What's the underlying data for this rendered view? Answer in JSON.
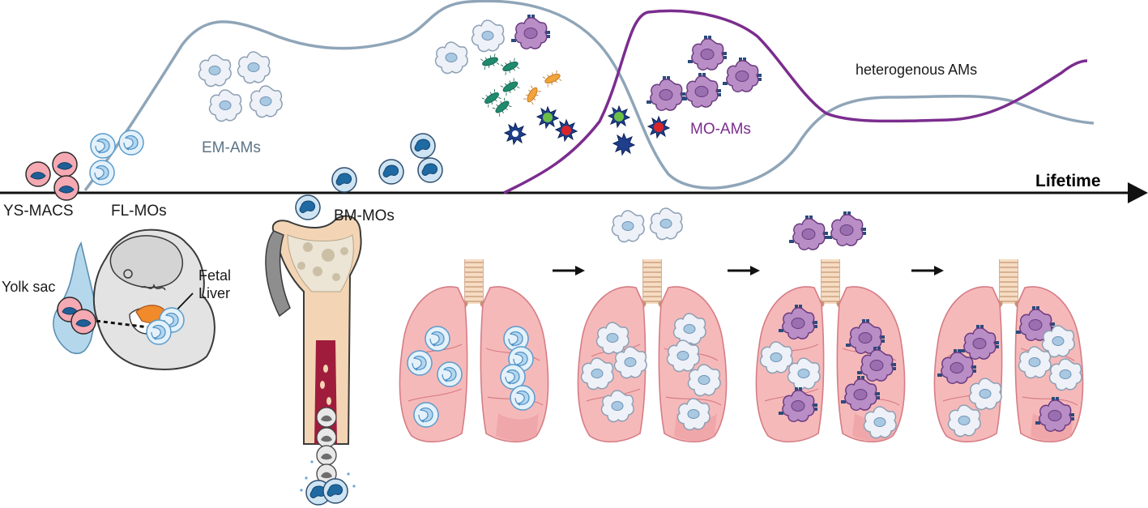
{
  "labels": {
    "lifetime": "Lifetime",
    "ys_macs": "YS-MACS",
    "fl_mos": "FL-MOs",
    "bm_mos": "BM-MOs",
    "em_ams": "EM-AMs",
    "mo_ams": "MO-AMs",
    "heterogenous_ams": "heterogenous AMs",
    "yolk_sac": "Yolk sac",
    "fetal_liver_line1": "Fetal",
    "fetal_liver_line2": "Liver"
  },
  "colors": {
    "em_am_curve": "#8fa5b8",
    "mo_am_curve": "#7b2d8e",
    "em_am_cell": "#eef1f8",
    "mo_am_cell": "#b98ec6",
    "monocyte": "#2f6fa3",
    "fl_monocyte": "#dcebf7",
    "ys_cell": "#f5a3ad",
    "lung": "#f6b9b9",
    "liver": "#f08a2a",
    "yolk_sac": "#b5d7ec",
    "bone": "#f3d5b5",
    "marrow": "#a01c3c"
  },
  "icons": [
    "monocyte-icon",
    "macrophage-icon",
    "bacteria-icon",
    "virus-icon",
    "lung-icon",
    "bone-icon",
    "embryo-icon",
    "arrow-icon"
  ]
}
